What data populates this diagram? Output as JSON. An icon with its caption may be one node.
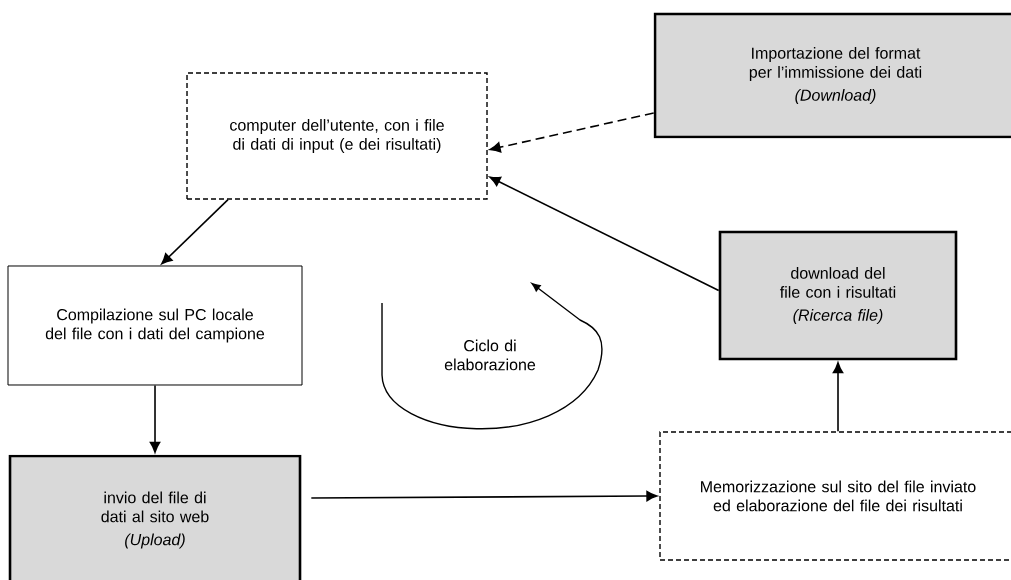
{
  "diagram": {
    "nodes": [
      {
        "text": [
          "computer dell’utente, con i file di dati di input (e dei risultati)"
        ]
      },
      {
        "text": [
          "Importazione del format per l’immissione dei dati",
          "(Download)"
        ]
      },
      {
        "text": [
          "Compilazione sul PC locale del file con i dati del campione"
        ]
      },
      {
        "text": [
          "download del file con i risultati",
          "(Ricerca  file)"
        ]
      },
      {
        "text": [
          "invio del file di dati al sito web",
          "(Upload)"
        ]
      },
      {
        "text": [
          "Memorizzazione sul sito del file inviato ed elaborazione del file dei risultati"
        ]
      }
    ],
    "edges": [
      {
        "from": 1,
        "to": 0,
        "arrow": "to",
        "style": "dashed"
      },
      {
        "from": 3,
        "to": 0,
        "arrow": "to"
      },
      {
        "from": 0,
        "to": 2,
        "arrow": "to"
      },
      {
        "from": 2,
        "to": 4,
        "arrow": "to"
      },
      {
        "from": 4,
        "to": 5,
        "arrow": "to"
      },
      {
        "from": 5,
        "to": 3,
        "arrow": "to"
      }
    ],
    "labels": [
      "Ciclo di elaborazione"
    ]
  }
}
